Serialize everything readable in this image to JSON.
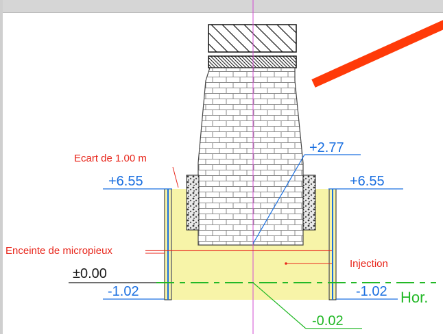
{
  "labels": {
    "ecart": "Ecart de 1.00 m",
    "level_left": "+6.55",
    "level_right": "+6.55",
    "level_center": "+2.77",
    "enceinte": "Enceinte de micropieux",
    "injection": "Injection",
    "zero": "±0.00",
    "minus_left": "-1.02",
    "minus_right": "-1.02",
    "hor": "Hor.",
    "bottom": "-0.02"
  },
  "colors": {
    "blue_label": "#1a6fe0",
    "red_label": "#e8261b",
    "green_label": "#22b826",
    "fill_yellow": "#f7f4a8",
    "arrow_red": "#ff3a08",
    "axis_magenta": "#d24bd2"
  }
}
